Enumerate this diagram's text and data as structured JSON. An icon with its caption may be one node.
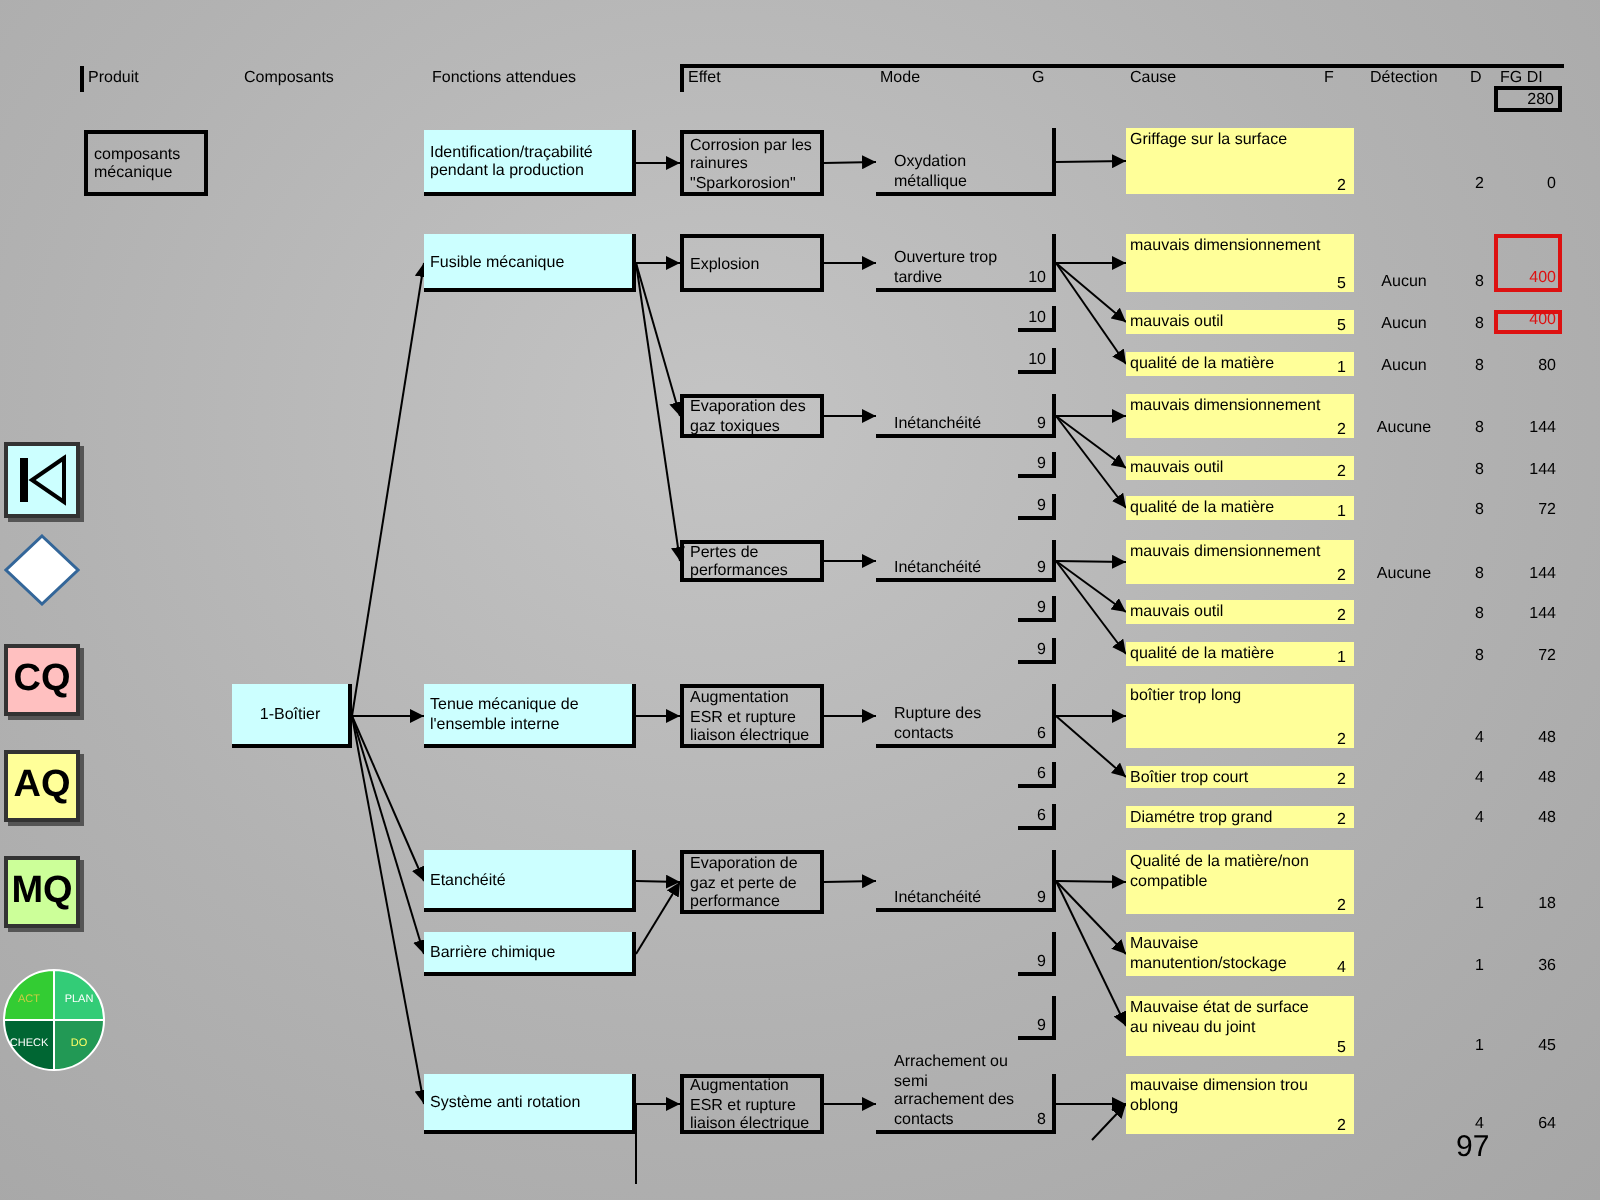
{
  "diagram": {
    "nodes": [
      {
        "text": [
          "composants mécanique"
        ]
      },
      {
        "text": [
          "Identification/traçabilité pendant la production"
        ]
      },
      {
        "text": [
          "Corrosion par les rainures \"Sparkorosion\""
        ]
      },
      {
        "text": [
          "Oxydation métallique"
        ]
      },
      {
        "text": [
          "Griffage sur la surface",
          "2"
        ],
        "beside": [
          "2",
          "0"
        ]
      },
      {
        "text": [
          "Fusible mécanique"
        ]
      },
      {
        "text": [
          "Explosion"
        ]
      },
      {
        "text": [
          "Ouverture trop tardive",
          "10"
        ]
      },
      {
        "text": [
          "mauvais dimensionnement",
          "5"
        ],
        "beside": [
          "Aucun",
          "8",
          "400"
        ]
      },
      {
        "text": [
          "10"
        ]
      },
      {
        "text": [
          "mauvais outil",
          "5"
        ],
        "beside": [
          "Aucun",
          "8",
          "400"
        ]
      },
      {
        "text": [
          "10"
        ]
      },
      {
        "text": [
          "qualité de la matière",
          "1"
        ],
        "beside": [
          "Aucun",
          "8",
          "80"
        ]
      },
      {
        "text": [
          "Evaporation des gaz toxiques"
        ]
      },
      {
        "text": [
          "Inétanchéité",
          "9"
        ]
      },
      {
        "text": [
          "mauvais dimensionnement",
          "2"
        ],
        "beside": [
          "Aucune",
          "8",
          "144"
        ]
      },
      {
        "text": [
          "9"
        ]
      },
      {
        "text": [
          "mauvais outil",
          "2"
        ],
        "beside": [
          "8",
          "144"
        ]
      },
      {
        "text": [
          "9"
        ]
      },
      {
        "text": [
          "qualité de la matière",
          "1"
        ],
        "beside": [
          "8",
          "72"
        ]
      },
      {
        "text": [
          "Pertes de performances"
        ]
      },
      {
        "text": [
          "Inétanchéité",
          "9"
        ]
      },
      {
        "text": [
          "mauvais dimensionnement",
          "2"
        ],
        "beside": [
          "Aucune",
          "8",
          "144"
        ]
      },
      {
        "text": [
          "9"
        ]
      },
      {
        "text": [
          "mauvais outil",
          "2"
        ],
        "beside": [
          "8",
          "144"
        ]
      },
      {
        "text": [
          "9"
        ]
      },
      {
        "text": [
          "qualité de la matière",
          "1"
        ],
        "beside": [
          "8",
          "72"
        ]
      },
      {
        "text": [
          "1-Boîtier"
        ]
      },
      {
        "text": [
          "Tenue mécanique de l'ensemble interne"
        ]
      },
      {
        "text": [
          "Augmentation ESR et rupture liaison électrique"
        ]
      },
      {
        "text": [
          "Rupture des contacts",
          "6"
        ]
      },
      {
        "text": [
          "boîtier trop long",
          "2"
        ],
        "beside": [
          "4",
          "48"
        ]
      },
      {
        "text": [
          "6"
        ]
      },
      {
        "text": [
          "Boîtier trop court",
          "2"
        ],
        "beside": [
          "4",
          "48"
        ]
      },
      {
        "text": [
          "6"
        ]
      },
      {
        "text": [
          "Diamétre trop grand",
          "2"
        ],
        "beside": [
          "4",
          "48"
        ]
      },
      {
        "text": [
          "Etanchéité"
        ]
      },
      {
        "text": [
          "Barrière chimique"
        ]
      },
      {
        "text": [
          "Evaporation de gaz et perte de performance"
        ]
      },
      {
        "text": [
          "Inétanchéité",
          "9"
        ]
      },
      {
        "text": [
          "Qualité de la matière/non compatible",
          "2"
        ],
        "beside": [
          "1",
          "18"
        ]
      },
      {
        "text": [
          "9"
        ]
      },
      {
        "text": [
          "Mauvaise manutention/stockage",
          "4"
        ],
        "beside": [
          "1",
          "36"
        ]
      },
      {
        "text": [
          "9"
        ]
      },
      {
        "text": [
          "Mauvaise état de surface au niveau du joint",
          "5"
        ],
        "beside": [
          "1",
          "45"
        ]
      },
      {
        "text": [
          "Système anti rotation"
        ]
      },
      {
        "text": [
          "Augmentation ESR et rupture liaison électrique"
        ]
      },
      {
        "text": [
          "Arrachement ou semi arrachement des contacts",
          "8"
        ]
      },
      {
        "text": [
          "mauvaise dimension trou oblong",
          "2"
        ],
        "beside": [
          "4",
          "64"
        ]
      }
    ],
    "edges": [
      {
        "from": 1,
        "to": 2,
        "arrow": "to"
      },
      {
        "from": 2,
        "to": 3,
        "arrow": "to"
      },
      {
        "from": 3,
        "to": 4,
        "arrow": "to"
      },
      {
        "from": 27,
        "to": 5,
        "arrow": "to"
      },
      {
        "from": 5,
        "to": 6,
        "arrow": "to"
      },
      {
        "from": 5,
        "to": 13,
        "arrow": "to"
      },
      {
        "from": 5,
        "to": 20,
        "arrow": "to"
      },
      {
        "from": 6,
        "to": 7,
        "arrow": "to"
      },
      {
        "from": 7,
        "to": 8,
        "arrow": "to"
      },
      {
        "from": 7,
        "to": 10,
        "arrow": "to"
      },
      {
        "from": 7,
        "to": 12,
        "arrow": "to"
      },
      {
        "from": 13,
        "to": 14,
        "arrow": "to"
      },
      {
        "from": 14,
        "to": 15,
        "arrow": "to"
      },
      {
        "from": 14,
        "to": 17,
        "arrow": "to"
      },
      {
        "from": 14,
        "to": 19,
        "arrow": "to"
      },
      {
        "from": 20,
        "to": 21,
        "arrow": "to"
      },
      {
        "from": 21,
        "to": 22,
        "arrow": "to"
      },
      {
        "from": 21,
        "to": 24,
        "arrow": "to"
      },
      {
        "from": 21,
        "to": 26,
        "arrow": "to"
      },
      {
        "from": 27,
        "to": 28,
        "arrow": "to"
      },
      {
        "from": 28,
        "to": 29,
        "arrow": "to"
      },
      {
        "from": 29,
        "to": 30,
        "arrow": "to"
      },
      {
        "from": 30,
        "to": 31,
        "arrow": "to"
      },
      {
        "from": 30,
        "to": 33,
        "arrow": "to"
      },
      {
        "from": 27,
        "to": 36,
        "arrow": "to"
      },
      {
        "from": 27,
        "to": 37,
        "arrow": "to"
      },
      {
        "from": 36,
        "to": 38,
        "arrow": "to"
      },
      {
        "from": 37,
        "to": 38,
        "arrow": "to"
      },
      {
        "from": 38,
        "to": 39,
        "arrow": "to"
      },
      {
        "from": 39,
        "to": 40,
        "arrow": "to"
      },
      {
        "from": 39,
        "to": 42,
        "arrow": "to"
      },
      {
        "from": 39,
        "to": 44,
        "arrow": "to"
      },
      {
        "from": 27,
        "to": 45,
        "arrow": "to"
      },
      {
        "from": 45,
        "to": 46,
        "arrow": "to"
      },
      {
        "from": 46,
        "to": 47,
        "arrow": "to"
      },
      {
        "from": 47,
        "to": 48,
        "arrow": "to"
      },
      {
        "from": 45,
        "to": null,
        "arrow": "none"
      },
      {
        "from": null,
        "to": 48,
        "arrow": "to"
      }
    ],
    "labels": [
      "Produit",
      "Composants",
      "Fonctions attendues",
      "Effet",
      "Mode",
      "G",
      "Cause",
      "F",
      "Détection",
      "D",
      "FG DI",
      "280",
      "CQ",
      "AQ",
      "MQ",
      "ACT",
      "PLAN",
      "CHECK",
      "DO",
      "97"
    ]
  }
}
